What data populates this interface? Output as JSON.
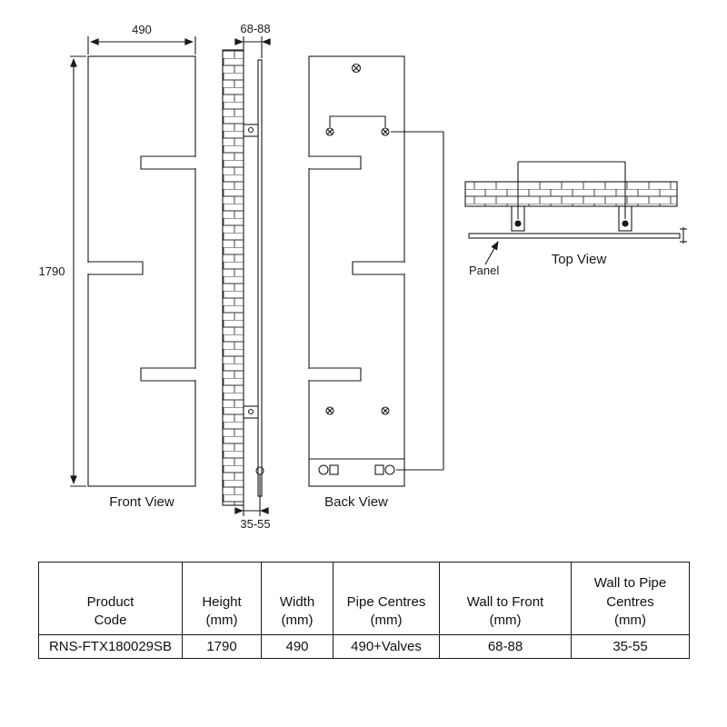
{
  "front_view": {
    "label": "Front View",
    "width_dim": "490",
    "height_dim": "1790"
  },
  "wall_section": {
    "wall_to_front_dim": "68-88",
    "wall_to_pipe_dim": "35-55"
  },
  "back_view": {
    "label": "Back View"
  },
  "top_view": {
    "label": "Top View",
    "panel_label": "Panel"
  },
  "table": {
    "headers": [
      "Product\nCode",
      "Height\n(mm)",
      "Width\n(mm)",
      "Pipe Centres\n(mm)",
      "Wall to Front\n(mm)",
      "Wall to Pipe\nCentres\n(mm)"
    ],
    "row": [
      "RNS-FTX180029SB",
      "1790",
      "490",
      "490+Valves",
      "68-88",
      "35-55"
    ]
  },
  "colors": {
    "line": "#1a1a1a",
    "background": "#ffffff"
  }
}
